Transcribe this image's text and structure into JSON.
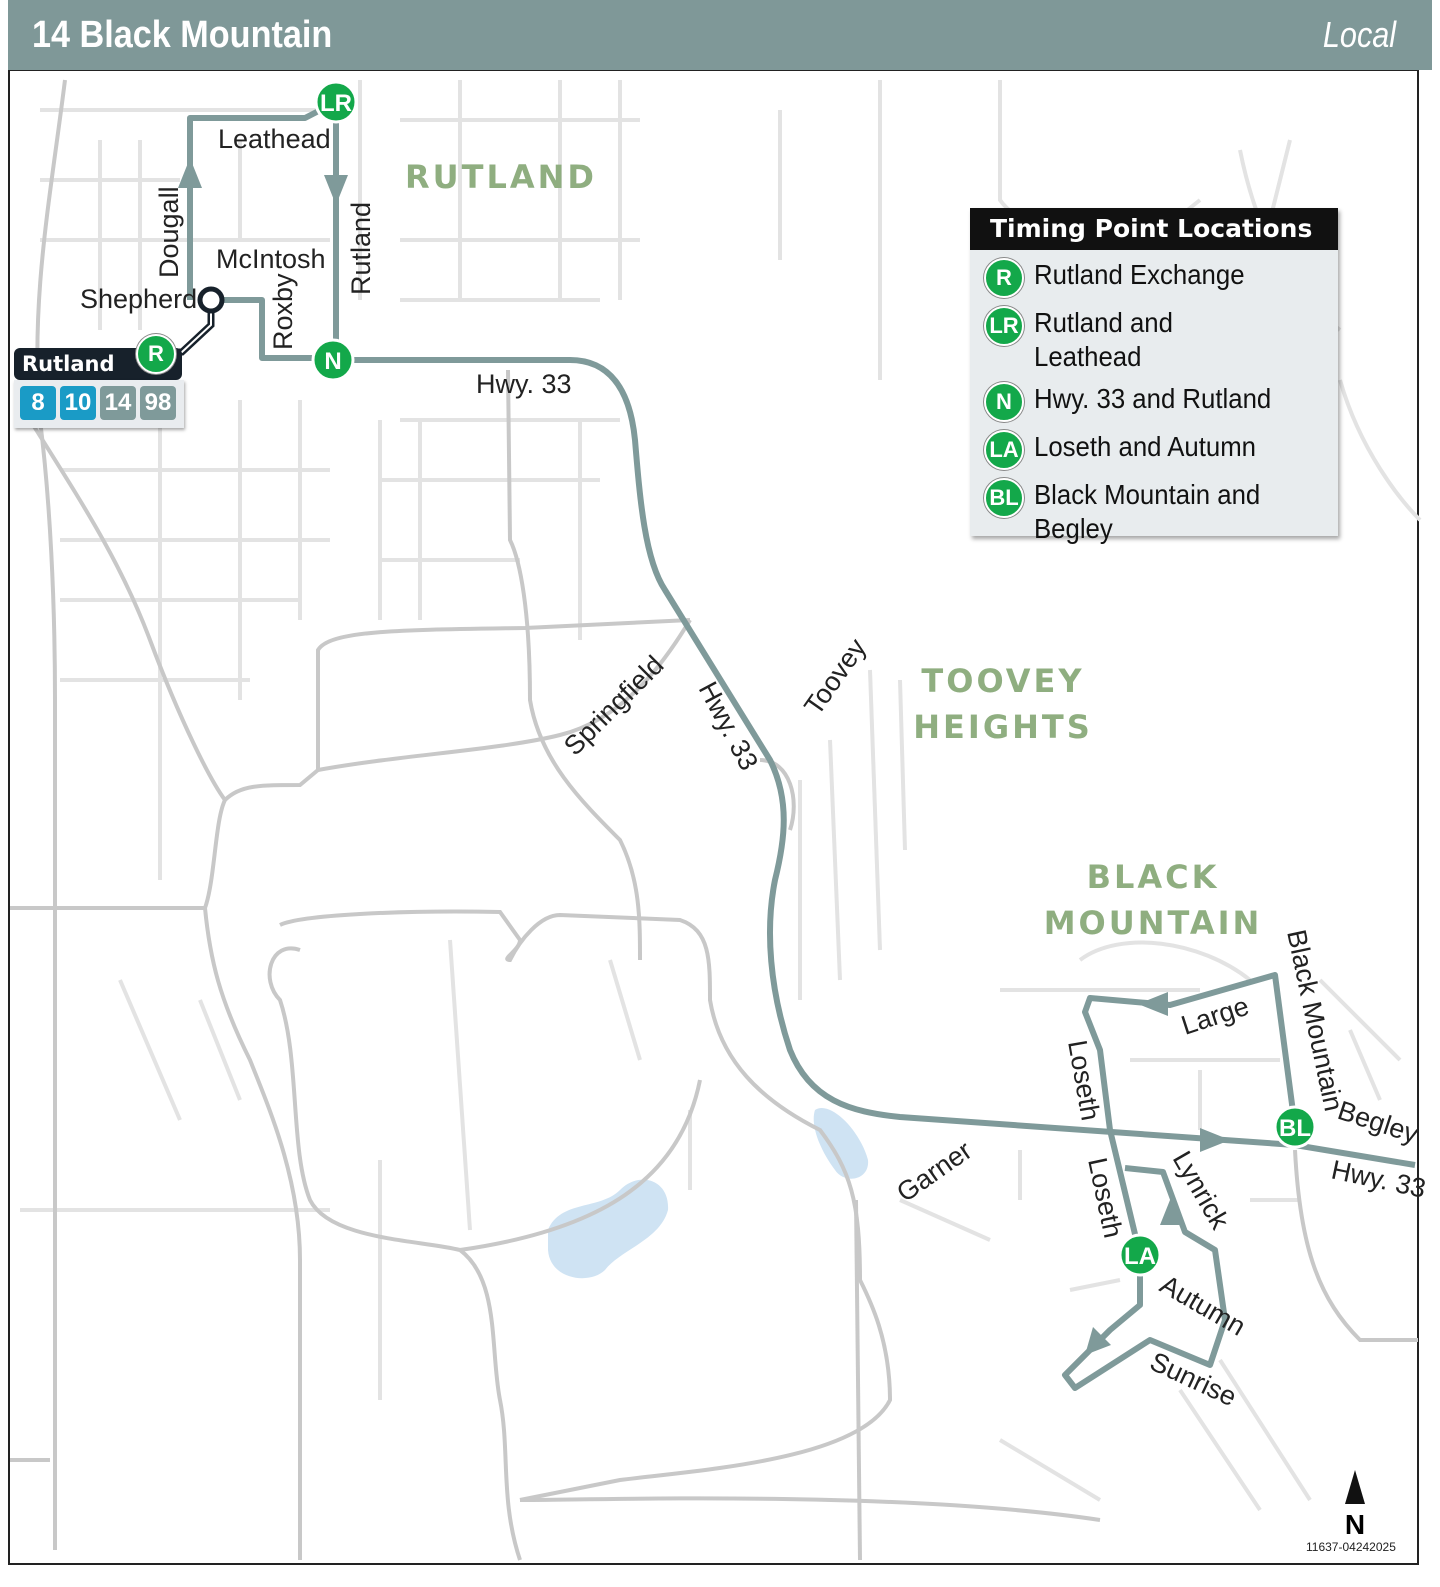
{
  "header": {
    "title": "14 Black Mountain",
    "service_type": "Local"
  },
  "colors": {
    "header": "#7f9898",
    "route": "#7f9a9a",
    "timing_point": "#13a84a",
    "area_label": "#8fae80",
    "route_8_10": "#1a9bc6",
    "route_14_98": "#7f9a9a"
  },
  "areas": [
    "RUTLAND",
    "TOOVEY",
    "HEIGHTS",
    "BLACK",
    "MOUNTAIN"
  ],
  "streets": {
    "leathead": "Leathead",
    "dougall": "Dougall",
    "mcintosh": "McIntosh",
    "shepherd": "Shepherd",
    "roxby": "Roxby",
    "rutland": "Rutland",
    "hwy33_a": "Hwy. 33",
    "hwy33_b": "Hwy. 33",
    "hwy33_c": "Hwy. 33",
    "springfield": "Springfield",
    "toovey": "Toovey",
    "garner": "Garner",
    "loseth_a": "Loseth",
    "loseth_b": "Loseth",
    "large": "Large",
    "black_mountain": "Black Mountain",
    "begley": "Begley",
    "lynrick": "Lynrick",
    "autumn": "Autumn",
    "sunrise": "Sunrise"
  },
  "exchange": {
    "name": "Rutland",
    "code": "R",
    "routes": [
      "8",
      "10",
      "14",
      "98"
    ]
  },
  "legend": {
    "title": "Timing Point Locations",
    "items": [
      {
        "code": "R",
        "label": "Rutland Exchange"
      },
      {
        "code": "LR",
        "label": "Rutland and Leathead"
      },
      {
        "code": "N",
        "label": "Hwy. 33 and Rutland"
      },
      {
        "code": "LA",
        "label": "Loseth and Autumn"
      },
      {
        "code": "BL",
        "label": "Black Mountain and Begley"
      }
    ]
  },
  "map_stops": {
    "lr": "LR",
    "n": "N",
    "la": "LA",
    "bl": "BL",
    "r": "R"
  },
  "north": "N",
  "doc_code": "11637-04242025"
}
